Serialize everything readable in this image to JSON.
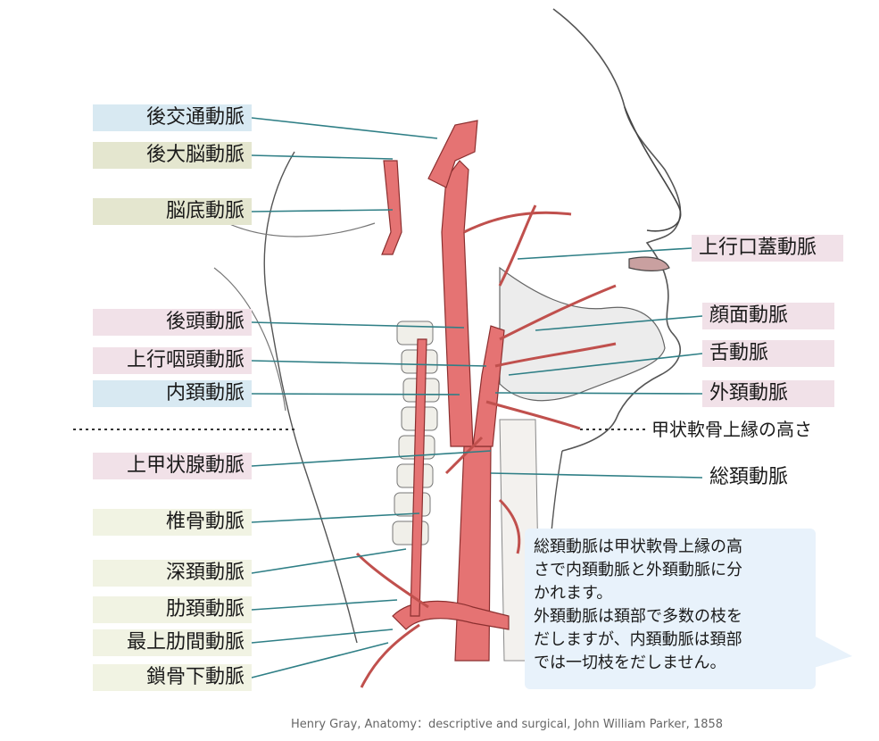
{
  "colors": {
    "blue": "#d8e9f2",
    "green": "#e4e6cf",
    "pink": "#f1e1e8",
    "cream": "#f1f3e3",
    "artery": "#e57373",
    "artery_dark": "#8b2f2f",
    "line": "#2f7f86",
    "note_bg": "#e8f2fb"
  },
  "labels_left": [
    {
      "text": "後交通動脈",
      "color": "blue"
    },
    {
      "text": "後大脳動脈",
      "color": "green"
    },
    {
      "text": "脳底動脈",
      "color": "green"
    },
    {
      "text": "後頭動脈",
      "color": "pink"
    },
    {
      "text": "上行咽頭動脈",
      "color": "pink"
    },
    {
      "text": "内頚動脈",
      "color": "blue"
    },
    {
      "text": "上甲状腺動脈",
      "color": "pink"
    },
    {
      "text": "椎骨動脈",
      "color": "cream"
    },
    {
      "text": "深頚動脈",
      "color": "cream"
    },
    {
      "text": "肋頚動脈",
      "color": "cream"
    },
    {
      "text": "最上肋間動脈",
      "color": "cream"
    },
    {
      "text": "鎖骨下動脈",
      "color": "cream"
    }
  ],
  "labels_right": [
    {
      "text": "上行口蓋動脈",
      "color": "pink"
    },
    {
      "text": "顔面動脈",
      "color": "pink"
    },
    {
      "text": "舌動脈",
      "color": "pink"
    },
    {
      "text": "外頚動脈",
      "color": "pink"
    },
    {
      "text": "甲状軟骨上縁の高さ",
      "color": "none"
    },
    {
      "text": "総頚動脈",
      "color": "none"
    }
  ],
  "note": {
    "lines": [
      "総頚動脈は甲状軟骨上縁の高",
      "さで内頚動脈と外頚動脈に分",
      "かれます。",
      "外頚動脈は頚部で多数の枝を",
      "だしますが、内頚動脈は頚部",
      "では一切枝をだしません。"
    ]
  },
  "credit": "Henry Gray, Anatomy：descriptive and surgical, John William Parker, 1858"
}
